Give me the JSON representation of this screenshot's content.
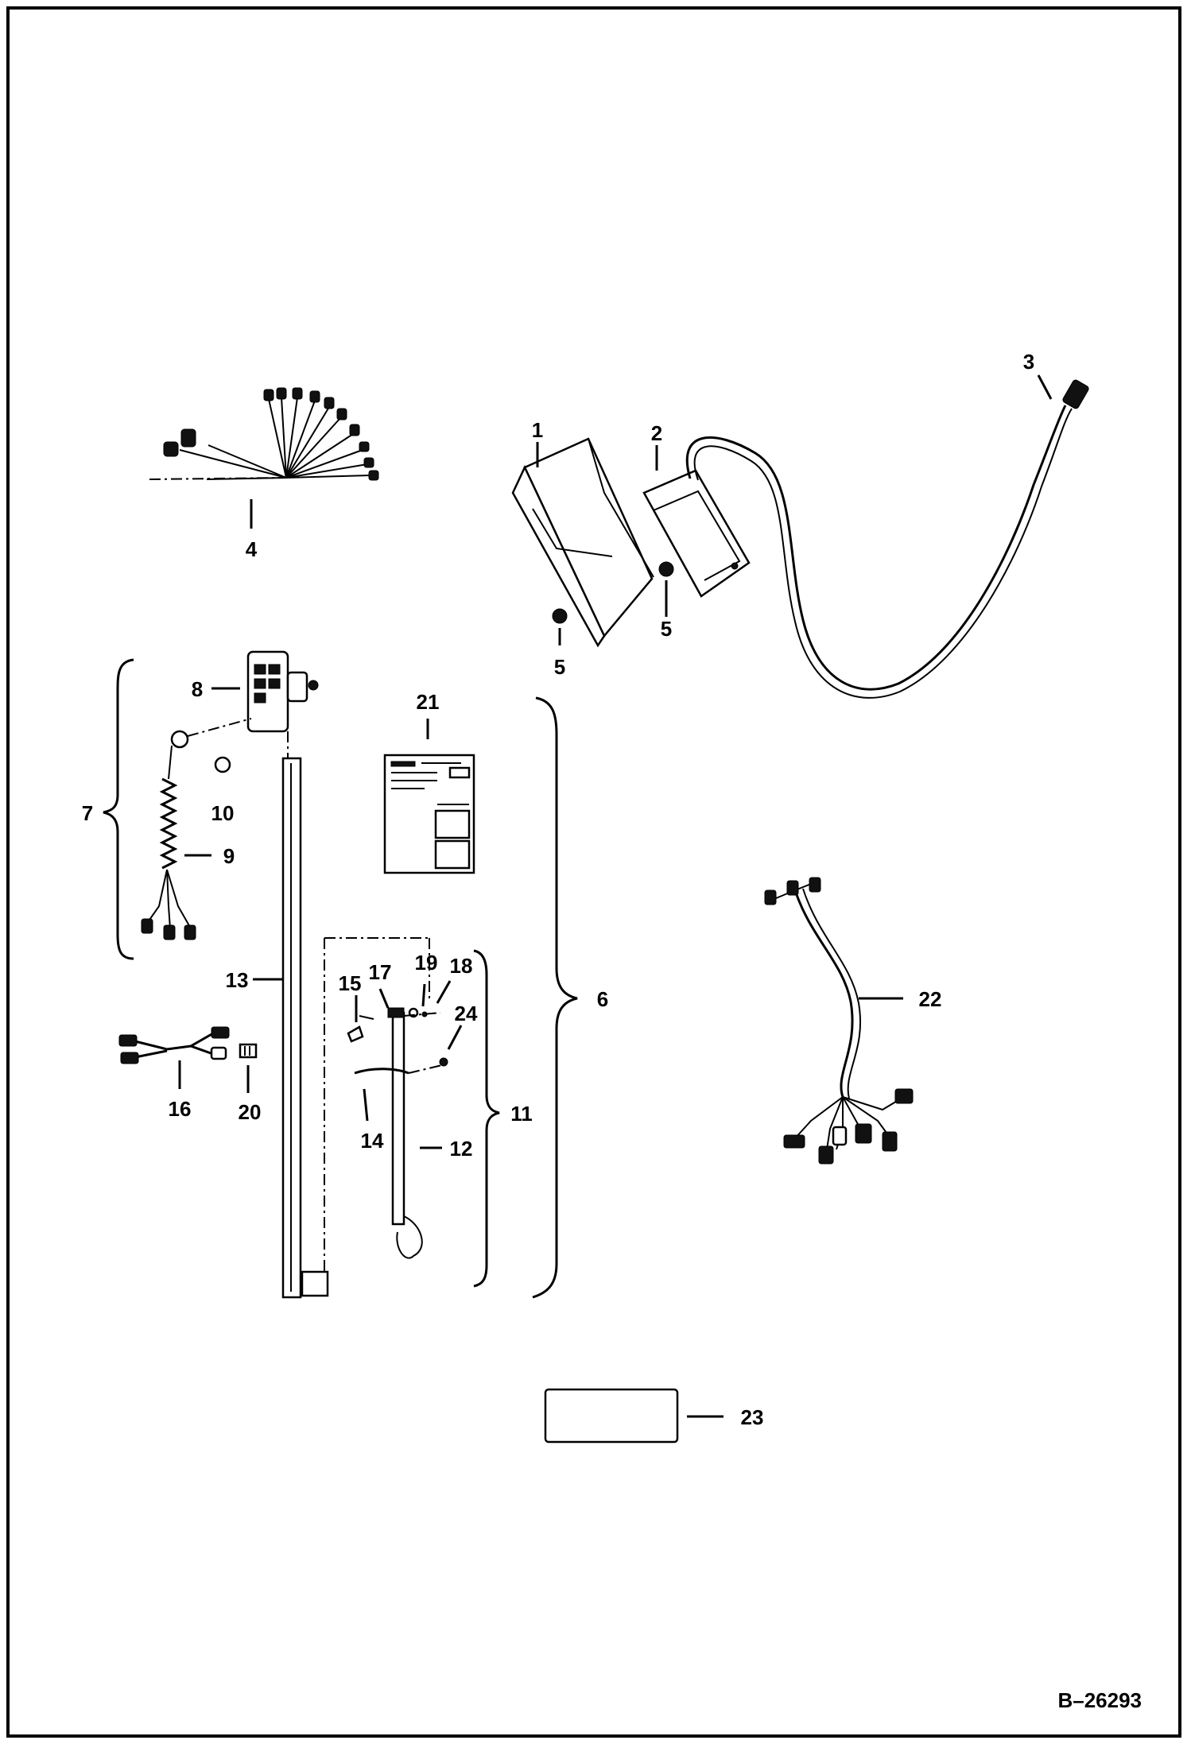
{
  "diagram": {
    "drawing_code": "B–26293",
    "callouts": {
      "c1": "1",
      "c2": "2",
      "c3": "3",
      "c4": "4",
      "c5a": "5",
      "c5b": "5",
      "c6": "6",
      "c7": "7",
      "c8": "8",
      "c9": "9",
      "c10": "10",
      "c11": "11",
      "c12": "12",
      "c13": "13",
      "c14": "14",
      "c15": "15",
      "c16": "16",
      "c17": "17",
      "c18": "18",
      "c19": "19",
      "c20": "20",
      "c21": "21",
      "c22": "22",
      "c23": "23",
      "c24": "24"
    }
  }
}
